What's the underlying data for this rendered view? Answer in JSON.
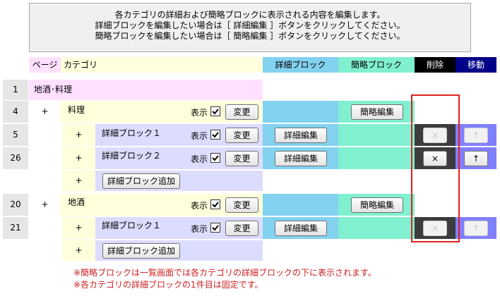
{
  "instructions": [
    "各カテゴリの詳細および簡略ブロックに表示される内容を編集します。",
    "詳細ブロックを編集したい場合は［ 詳細編集 ］ボタンをクリックしてください。",
    "簡略ブロックを編集したい場合は［ 簡略編集 ］ボタンをクリックしてください。"
  ],
  "header": {
    "page": "ページ",
    "category": "カテゴリ",
    "detail_block": "詳細ブロック",
    "simple_block": "簡略ブロック",
    "delete": "削除",
    "move": "移動"
  },
  "rows": {
    "page1": {
      "index": "1",
      "title": "地酒･料理"
    },
    "cat1": {
      "index": "4",
      "plus": "+",
      "name": "料理",
      "show_label": "表示",
      "change": "変更",
      "simple_edit": "簡略編集"
    },
    "d1": {
      "index": "5",
      "plus": "+",
      "name": "詳細ブロック１",
      "show_label": "表示",
      "change": "変更",
      "detail_edit": "詳細編集",
      "delete": "×",
      "move": "↑"
    },
    "d2": {
      "index": "26",
      "plus": "+",
      "name": "詳細ブロック２",
      "show_label": "表示",
      "change": "変更",
      "detail_edit": "詳細編集",
      "delete": "×",
      "move": "↑"
    },
    "add1": {
      "plus": "+",
      "add": "詳細ブロック追加"
    },
    "cat2": {
      "index": "20",
      "plus": "+",
      "name": "地酒",
      "show_label": "表示",
      "change": "変更",
      "simple_edit": "簡略編集"
    },
    "d3": {
      "index": "21",
      "plus": "+",
      "name": "詳細ブロック１",
      "show_label": "表示",
      "change": "変更",
      "detail_edit": "詳細編集",
      "delete": "×",
      "move": "↑"
    },
    "add2": {
      "plus": "+",
      "add": "詳細ブロック追加"
    }
  },
  "notes": [
    "※簡略ブロックは一覧画面では各カテゴリの詳細ブロックの下に表示されます。",
    "※各カテゴリの詳細ブロックの1件目は固定です。"
  ],
  "colors": {
    "page_pink": "#ffe0ff",
    "category_yellow": "#ffffdc",
    "detail_lavender": "#dcdcff",
    "detail_blue": "#82d2f0",
    "simple_green": "#80f0d0",
    "delete_black": "#000000",
    "move_navy": "#000088",
    "delete_dark": "#3c3c3c",
    "move_purple": "#8080ff",
    "index_gray": "#e6e6e6",
    "annotation_red": "#e02020"
  }
}
